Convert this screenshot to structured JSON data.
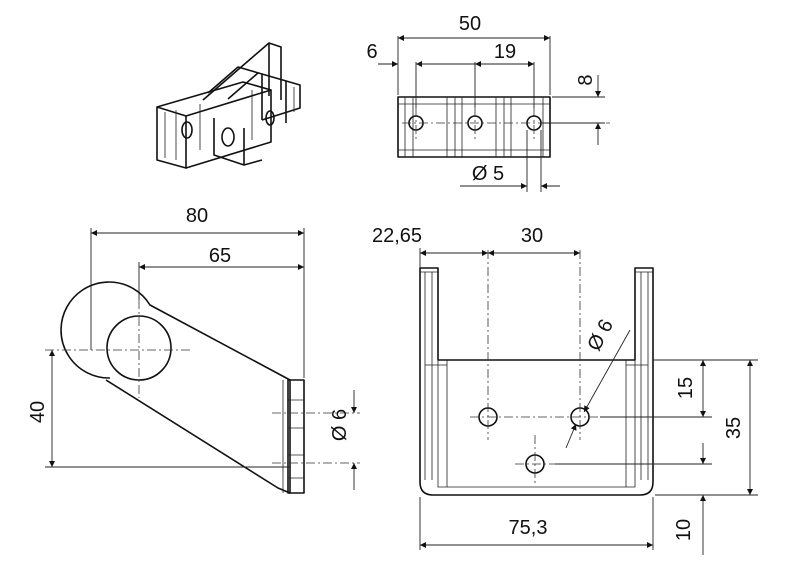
{
  "drawing": {
    "top_view": {
      "overall_width": "50",
      "edge_to_hole": "6",
      "hole_pitch": "19",
      "hole_offset": "8",
      "hole_diameter": "Ø 5"
    },
    "side_view": {
      "overall_length": "80",
      "eye_to_plate": "65",
      "height": "40",
      "hole_diameter": "Ø 6"
    },
    "front_view": {
      "edge_offset": "22,65",
      "hole_spacing": "30",
      "hole_diameter": "Ø 6",
      "vertical_offset": "15",
      "height": "35",
      "width": "75,3",
      "base_offset": "10"
    }
  }
}
